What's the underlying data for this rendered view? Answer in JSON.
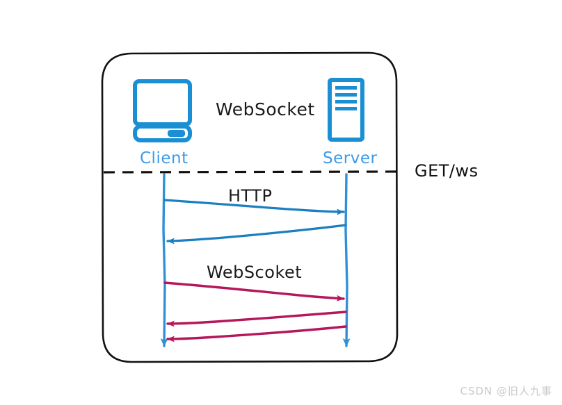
{
  "diagram": {
    "title": "WebSocket",
    "handshake_label": "GET/ws",
    "actors": [
      {
        "id": "client",
        "label": "Client",
        "icon": "desktop-computer-icon",
        "color": "#3d9ae8"
      },
      {
        "id": "server",
        "label": "Server",
        "icon": "server-tower-icon",
        "color": "#3d9ae8"
      }
    ],
    "phases": [
      {
        "id": "http-phase",
        "label": "HTTP",
        "color": "#1a7fc0",
        "messages": [
          {
            "from": "client",
            "to": "server",
            "direction": "right"
          },
          {
            "from": "server",
            "to": "client",
            "direction": "left"
          }
        ]
      },
      {
        "id": "websocket-phase",
        "label": "WebScoket",
        "color": "#b5175a",
        "messages": [
          {
            "from": "client",
            "to": "server",
            "direction": "right"
          },
          {
            "from": "server",
            "to": "client",
            "direction": "left"
          },
          {
            "from": "server",
            "to": "client",
            "direction": "left"
          }
        ]
      }
    ],
    "separator": {
      "style": "dashed",
      "color": "#111111"
    },
    "frame": {
      "style": "rounded-rectangle",
      "color": "#111111"
    },
    "colors": {
      "accent_blue": "#3d9ae8",
      "line_blue": "#1a7fc0",
      "line_red": "#b5175a",
      "ink": "#111111",
      "background": "#ffffff"
    }
  },
  "watermark": {
    "text": "CSDN @旧人九事"
  }
}
